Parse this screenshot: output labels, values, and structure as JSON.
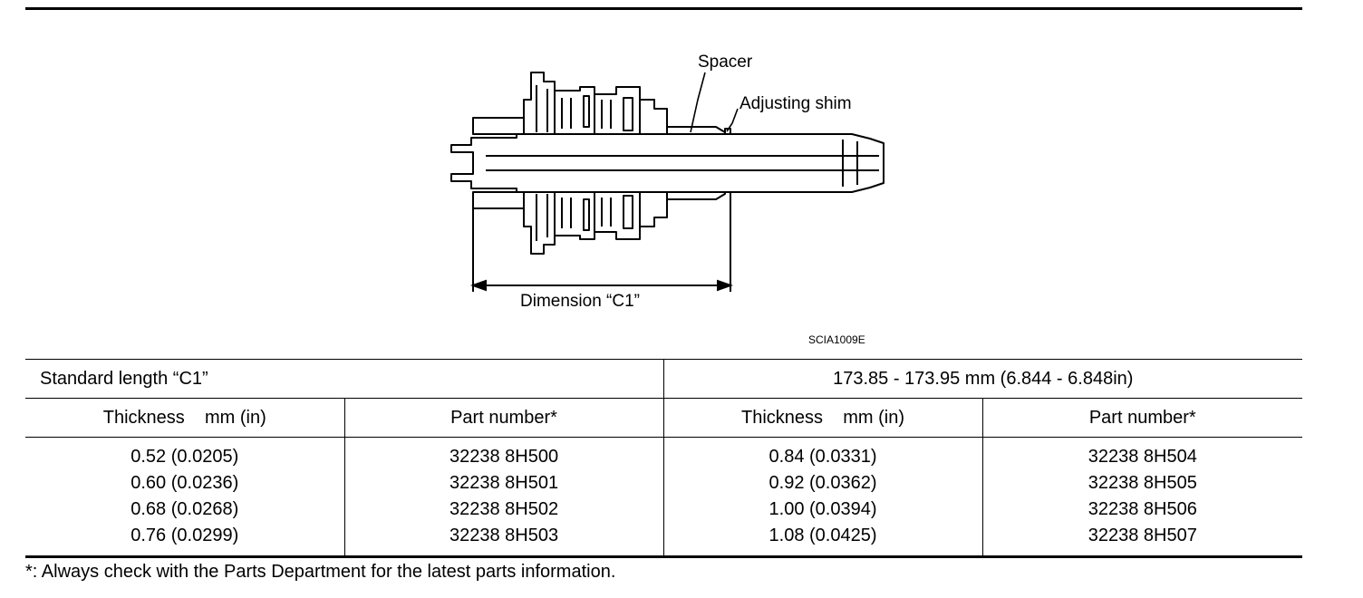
{
  "figure": {
    "callouts": {
      "spacer": "Spacer",
      "shim": "Adjusting shim",
      "dimension": "Dimension “C1”"
    },
    "code": "SCIA1009E"
  },
  "spec": {
    "standard_label": "Standard length “C1”",
    "standard_value": "173.85 - 173.95 mm (6.844 - 6.848in)",
    "headers": {
      "thickness_left": "Thickness    mm (in)",
      "part_left": "Part number*",
      "thickness_right": "Thickness    mm (in)",
      "part_right": "Part number*"
    },
    "left_rows": [
      {
        "thickness": "0.52 (0.0205)",
        "part": "32238 8H500"
      },
      {
        "thickness": "0.60 (0.0236)",
        "part": "32238 8H501"
      },
      {
        "thickness": "0.68 (0.0268)",
        "part": "32238 8H502"
      },
      {
        "thickness": "0.76 (0.0299)",
        "part": "32238 8H503"
      }
    ],
    "right_rows": [
      {
        "thickness": "0.84 (0.0331)",
        "part": "32238 8H504"
      },
      {
        "thickness": "0.92 (0.0362)",
        "part": "32238 8H505"
      },
      {
        "thickness": "1.00 (0.0394)",
        "part": "32238 8H506"
      },
      {
        "thickness": "1.08 (0.0425)",
        "part": "32238 8H507"
      }
    ]
  },
  "footnote": "*: Always check with the Parts Department for the latest parts information."
}
